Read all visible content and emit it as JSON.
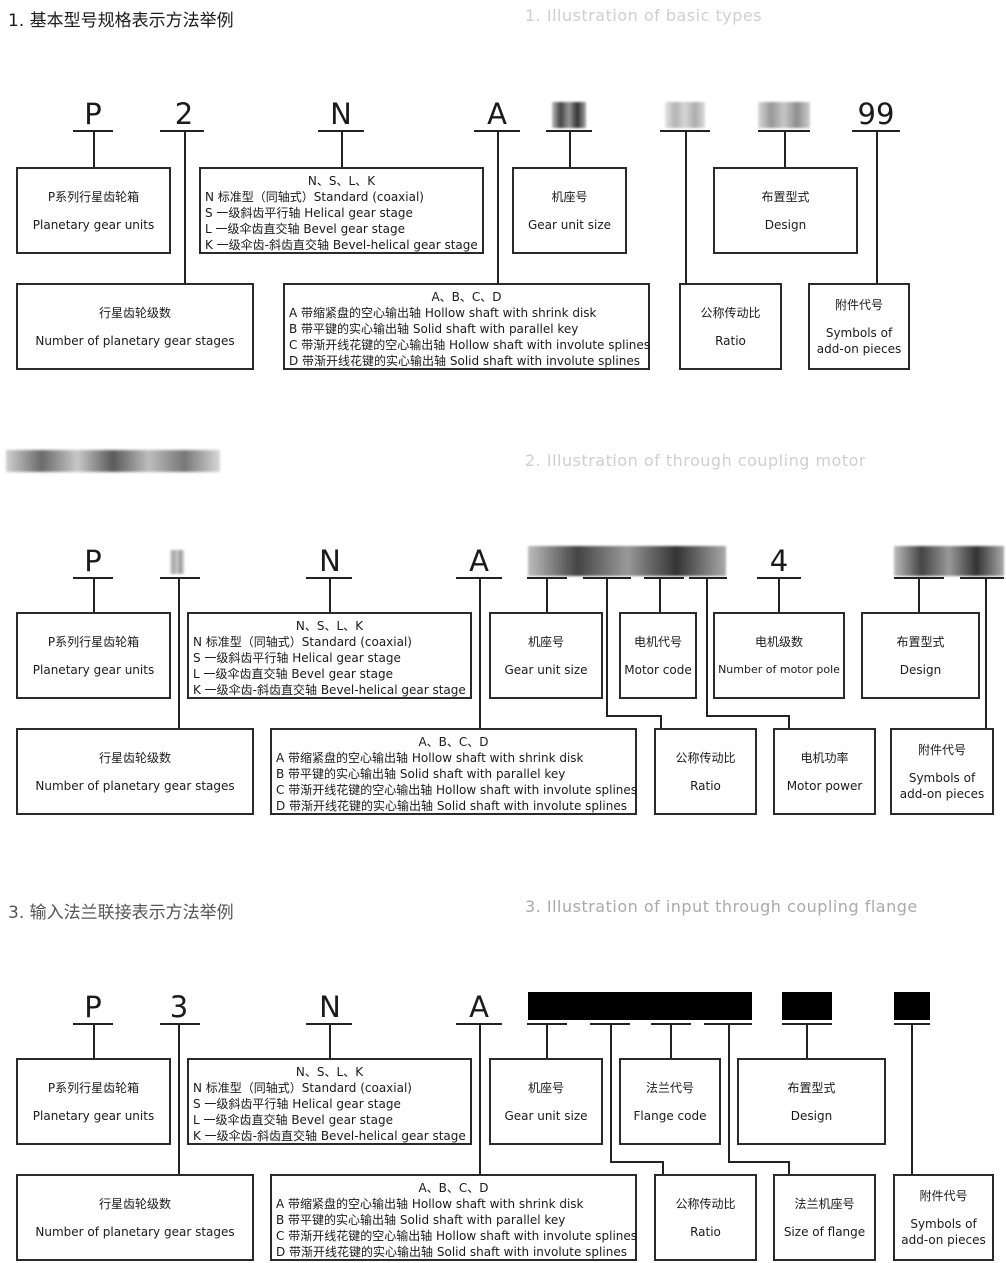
{
  "header": {
    "title1": "1. 基本型号规格表示方法举例",
    "title1_en": "1. Illustration of basic types",
    "title2_en": "2. Illustration of through coupling motor",
    "title3": "3. 输入法兰联接表示方法举例",
    "title3_en": "3. Illustration of input through coupling flange"
  },
  "codes": {
    "s1": [
      "P",
      "2",
      "N",
      "A",
      "99"
    ],
    "s2": [
      "P",
      "N",
      "A",
      "4"
    ],
    "s3": [
      "P",
      "3",
      "N",
      "A"
    ]
  },
  "boxes": {
    "planetary": {
      "cn": "P系列行星齿轮箱",
      "en": "Planetary gear units"
    },
    "nslk": {
      "head": "N、S、L、K",
      "lines": [
        "N 标准型（同轴式）Standard (coaxial)",
        "S 一级斜齿平行轴 Helical gear stage",
        "L 一级伞齿直交轴 Bevel gear stage",
        "K 一级伞齿-斜齿直交轴 Bevel-helical gear stage"
      ]
    },
    "gearsize": {
      "cn": "机座号",
      "en": "Gear unit size"
    },
    "design": {
      "cn": "布置型式",
      "en": "Design"
    },
    "stages": {
      "cn": "行星齿轮级数",
      "en": "Number of planetary gear stages"
    },
    "abcd": {
      "head": "A、B、C、D",
      "lines": [
        "A 带缩紧盘的空心输出轴 Hollow shaft with shrink disk",
        "B 带平键的实心输出轴 Solid shaft with parallel key",
        "C 带渐开线花键的空心输出轴 Hollow shaft with involute splines",
        "D 带渐开线花键的实心输出轴 Solid shaft with involute splines"
      ]
    },
    "ratio": {
      "cn": "公称传动比",
      "en": "Ratio"
    },
    "addon": {
      "cn": "附件代号",
      "en1": "Symbols of",
      "en2": "add-on pieces"
    },
    "motorcode": {
      "cn": "电机代号",
      "en": "Motor code"
    },
    "motorpole": {
      "cn": "电机级数",
      "en": "Number of motor pole"
    },
    "motorpower": {
      "cn": "电机功率",
      "en": "Motor power"
    },
    "flangecode": {
      "cn": "法兰代号",
      "en": "Flange code"
    },
    "flangesize": {
      "cn": "法兰机座号",
      "en": "Size of flange"
    }
  }
}
